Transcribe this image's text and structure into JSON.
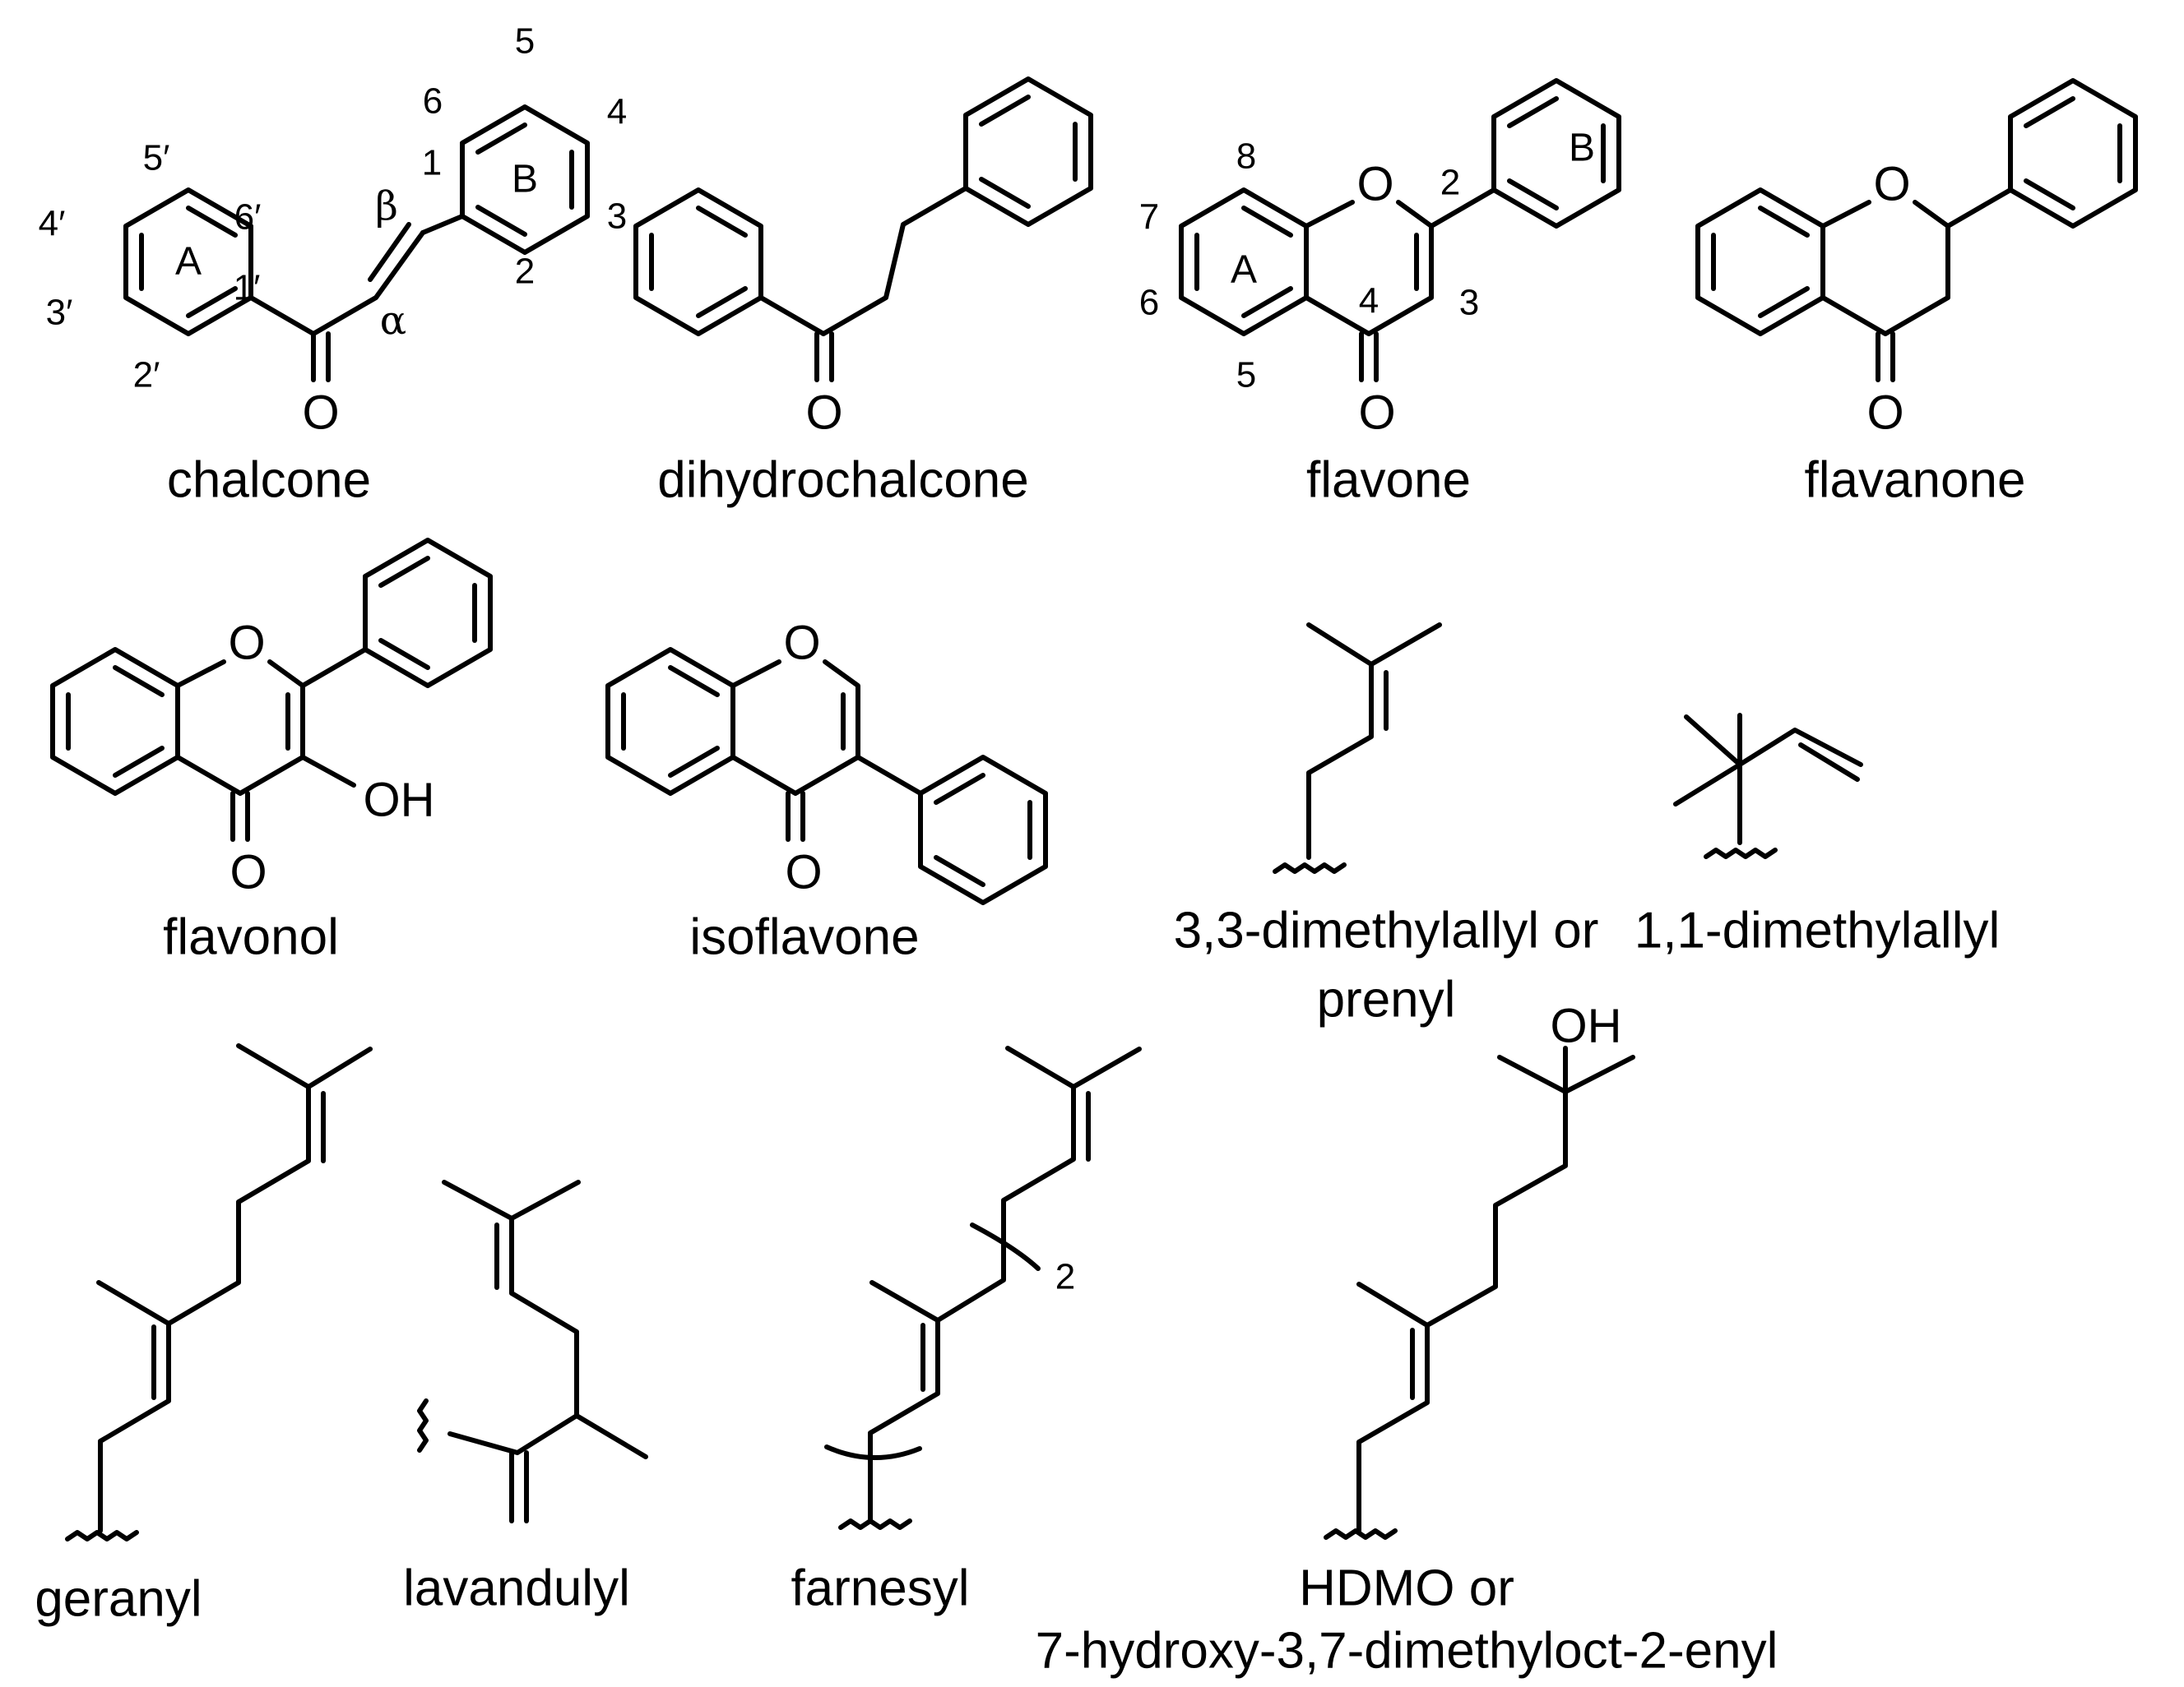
{
  "atoms": {
    "oxygen": "O",
    "hydroxyl": "OH"
  },
  "ring_labels": {
    "a": "A",
    "b": "B"
  },
  "greek": {
    "alpha": "α",
    "beta": "β"
  },
  "chalcone_numbers": [
    "1",
    "2",
    "3",
    "4",
    "5",
    "6",
    "1′",
    "2′",
    "3′",
    "4′",
    "5′",
    "6′"
  ],
  "flavone_numbers": [
    "2",
    "3",
    "4",
    "5",
    "6",
    "7",
    "8"
  ],
  "farnesyl_repeat": "2",
  "compounds": [
    {
      "id": "chalcone",
      "name": "chalcone"
    },
    {
      "id": "dihydrochalcone",
      "name": "dihydrochalcone"
    },
    {
      "id": "flavone",
      "name": "flavone"
    },
    {
      "id": "flavanone",
      "name": "flavanone"
    },
    {
      "id": "flavonol",
      "name": "flavonol"
    },
    {
      "id": "isoflavone",
      "name": "isoflavone"
    },
    {
      "id": "prenyl",
      "name": "3,3-dimethylallyl or",
      "name2": "prenyl"
    },
    {
      "id": "dimethylallyl11",
      "name": "1,1-dimethylallyl"
    },
    {
      "id": "geranyl",
      "name": "geranyl"
    },
    {
      "id": "lavandulyl",
      "name": "lavandulyl"
    },
    {
      "id": "farnesyl",
      "name": "farnesyl"
    },
    {
      "id": "hdmo",
      "name": "HDMO or",
      "name2": "7-hydroxy-3,7-dimethyloct-2-enyl"
    }
  ]
}
